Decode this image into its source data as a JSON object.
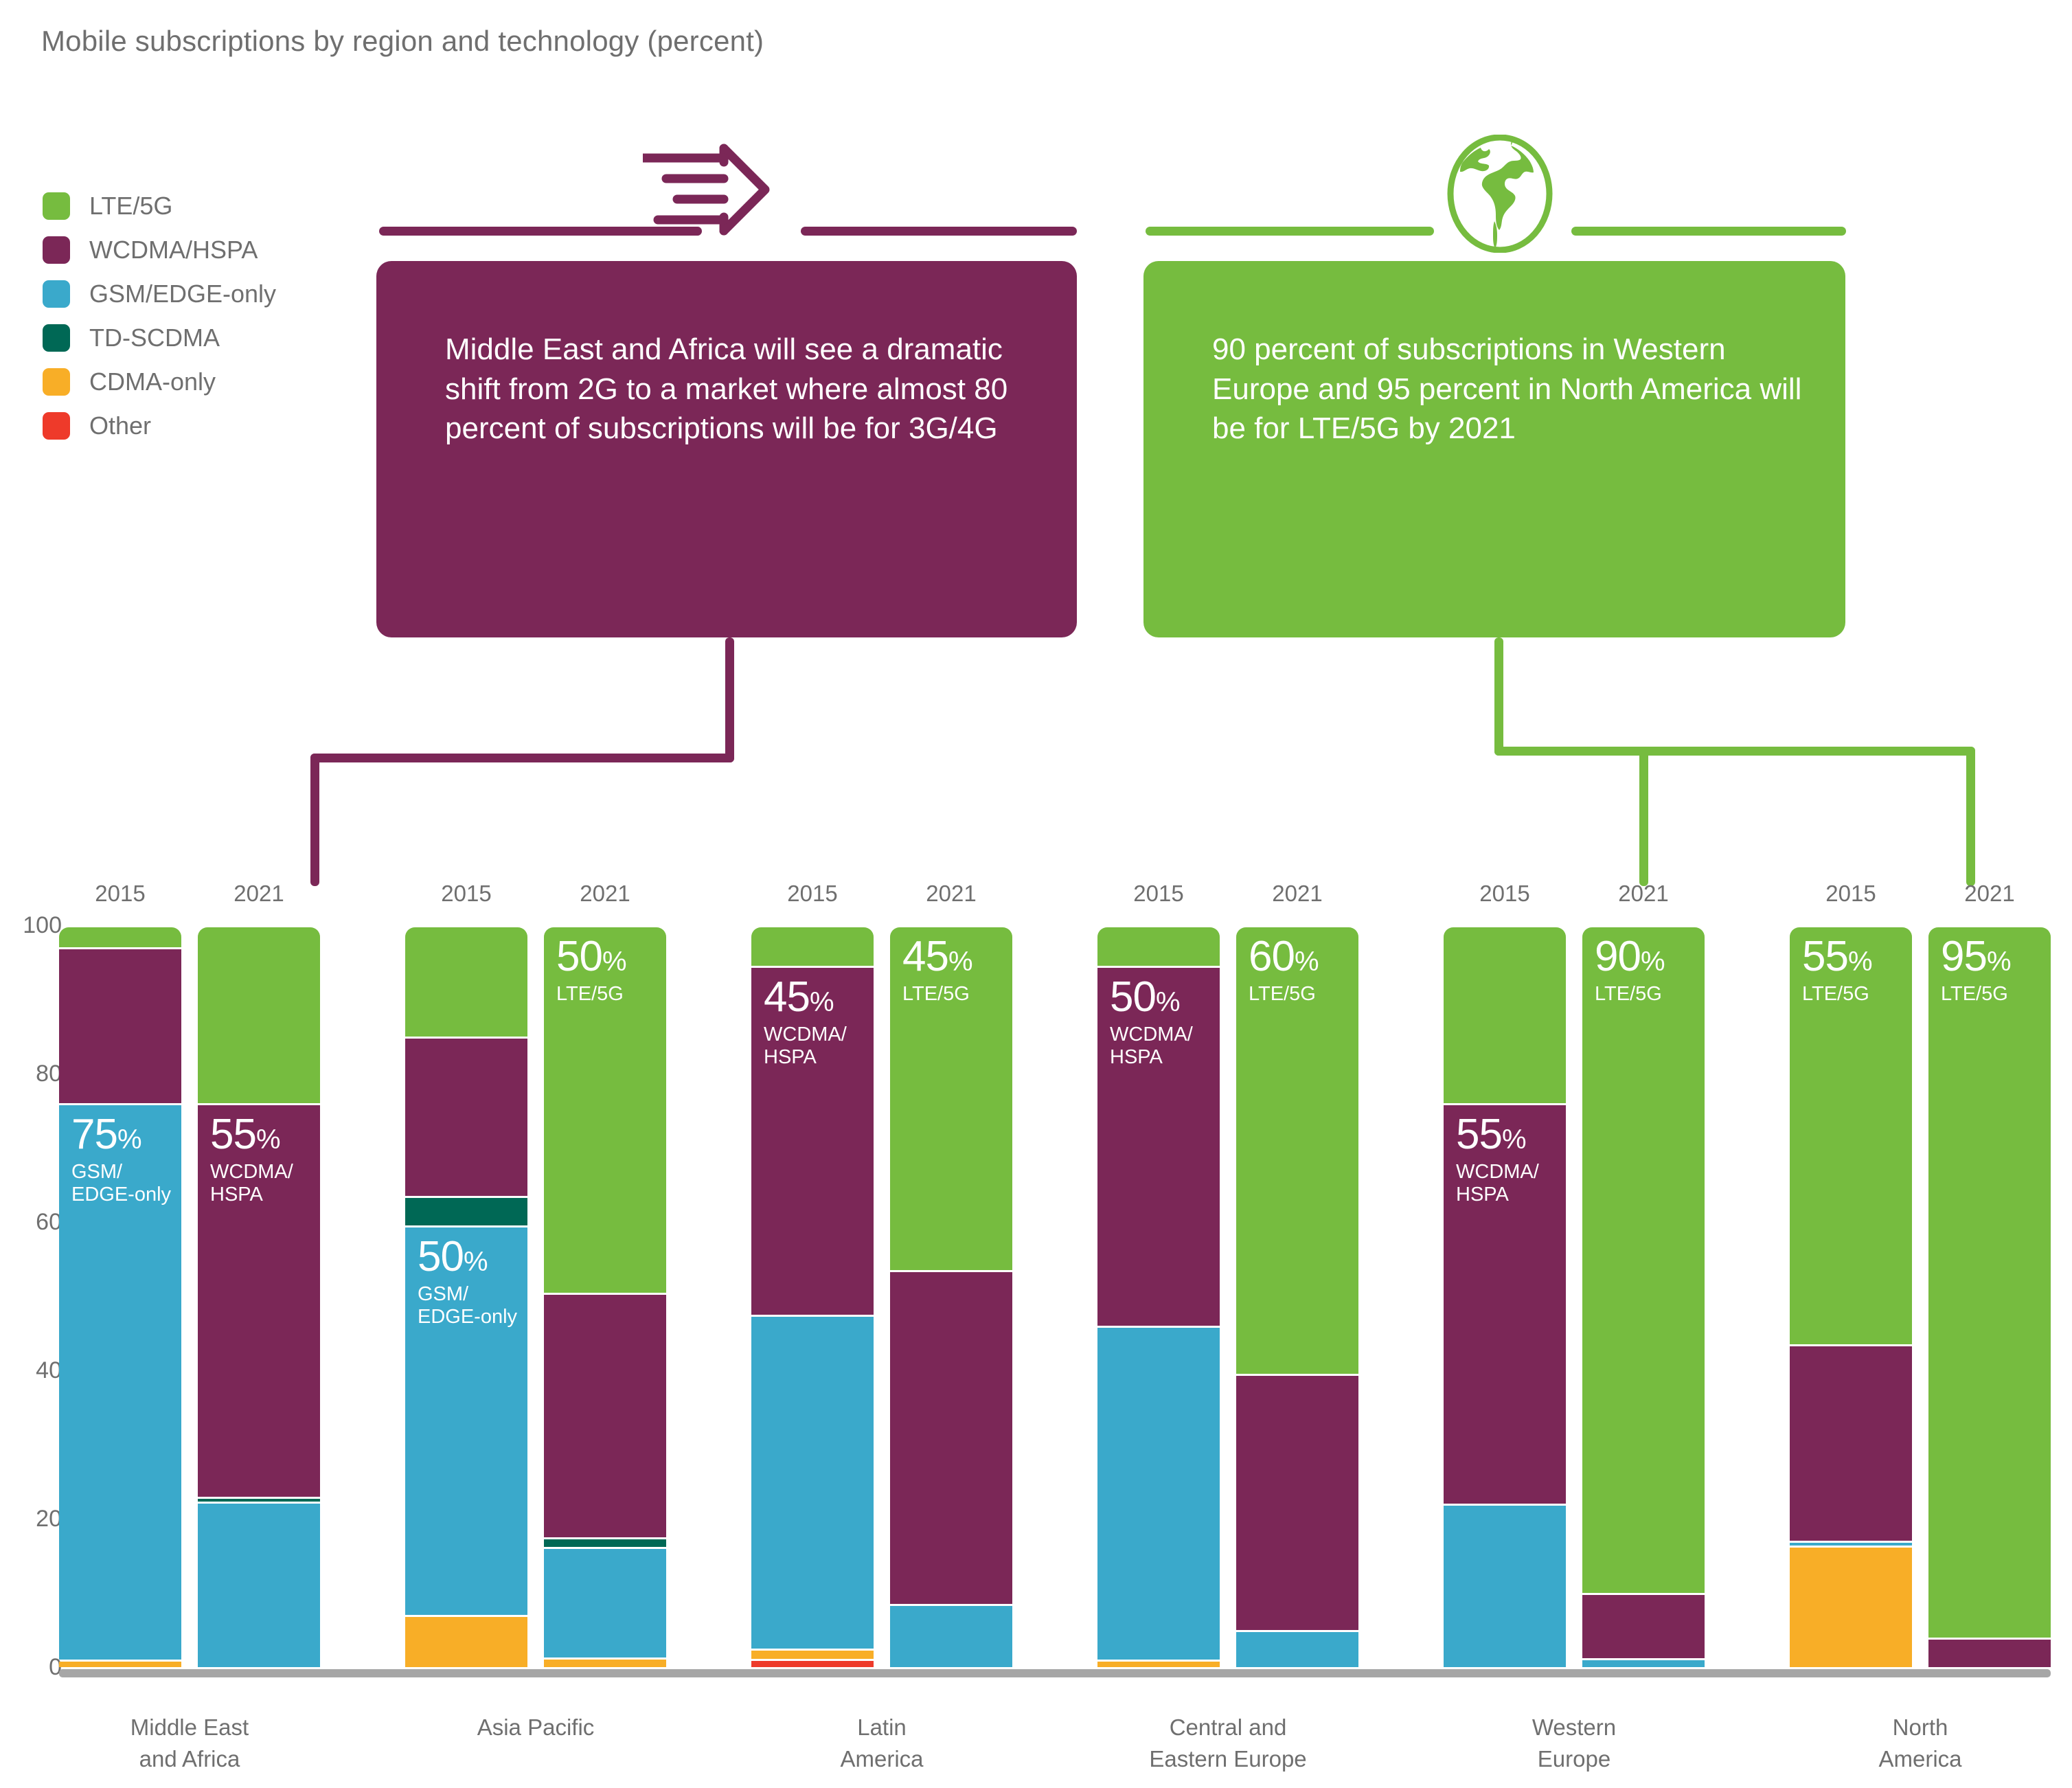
{
  "title": "Mobile subscriptions by region and technology (percent)",
  "colors": {
    "lte": "#76bc3f",
    "wcdma": "#7b2757",
    "gsm": "#3aa9cb",
    "tdscdma": "#006855",
    "cdma": "#f8ae27",
    "other": "#ee3a2a",
    "text": "#6f6f6f",
    "axis": "#a6a6a6"
  },
  "legend": {
    "items": [
      {
        "label": "LTE/5G",
        "color": "#76bc3f",
        "key": "lte"
      },
      {
        "label": "WCDMA/HSPA",
        "color": "#7b2757",
        "key": "wcdma"
      },
      {
        "label": "GSM/EDGE-only",
        "color": "#3aa9cb",
        "key": "gsm"
      },
      {
        "label": "TD-SCDMA",
        "color": "#006855",
        "key": "tdscdma"
      },
      {
        "label": "CDMA-only",
        "color": "#f8ae27",
        "key": "cdma"
      },
      {
        "label": "Other",
        "color": "#ee3a2a",
        "key": "other"
      }
    ]
  },
  "callouts": [
    {
      "id": "mea-callout",
      "icon": "arrow-right-icon",
      "color": "#7b2757",
      "text": "Middle East and Africa will see a dramatic shift from 2G to a market where almost 80 percent of subscriptions will be for 3G/4G"
    },
    {
      "id": "europe-na-callout",
      "icon": "globe-icon",
      "color": "#76bc3f",
      "text": "90 percent of subscriptions in Western Europe and 95 percent in North America will be for LTE/5G by 2021"
    }
  ],
  "chart_data": {
    "type": "bar",
    "subtype": "stacked-100-percent",
    "title": "Mobile subscriptions by region and technology (percent)",
    "xlabel": "",
    "ylabel": "",
    "ylim": [
      0,
      100
    ],
    "yticks": [
      0,
      20,
      40,
      60,
      80,
      100
    ],
    "grid": false,
    "legend_position": "left",
    "series_order": [
      "LTE/5G",
      "WCDMA/HSPA",
      "TD-SCDMA",
      "GSM/EDGE-only",
      "CDMA-only",
      "Other"
    ],
    "series": [
      {
        "name": "LTE/5G",
        "color": "#76bc3f"
      },
      {
        "name": "WCDMA/HSPA",
        "color": "#7b2757"
      },
      {
        "name": "TD-SCDMA",
        "color": "#006855"
      },
      {
        "name": "GSM/EDGE-only",
        "color": "#3aa9cb"
      },
      {
        "name": "CDMA-only",
        "color": "#f8ae27"
      },
      {
        "name": "Other",
        "color": "#ee3a2a"
      }
    ],
    "regions": [
      {
        "name": "Middle East\nand Africa",
        "label_lines": [
          "Middle East",
          "and Africa"
        ],
        "bars": [
          {
            "year": "2015",
            "stack": {
              "LTE/5G": 3,
              "WCDMA/HSPA": 21,
              "TD-SCDMA": 0,
              "GSM/EDGE-only": 75,
              "CDMA-only": 1,
              "Other": 0
            },
            "annotation": {
              "value": "75",
              "pct": "%",
              "sub": "GSM/\nEDGE-only",
              "segment": "GSM/EDGE-only"
            }
          },
          {
            "year": "2021",
            "stack": {
              "LTE/5G": 24,
              "WCDMA/HSPA": 53,
              "TD-SCDMA": 0.7,
              "GSM/EDGE-only": 22.3,
              "CDMA-only": 0,
              "Other": 0
            },
            "annotation": {
              "value": "55",
              "pct": "%",
              "sub": "WCDMA/\nHSPA",
              "segment": "WCDMA/HSPA"
            }
          }
        ]
      },
      {
        "name": "Asia Pacific",
        "label_lines": [
          "Asia Pacific"
        ],
        "bars": [
          {
            "year": "2015",
            "stack": {
              "LTE/5G": 15,
              "WCDMA/HSPA": 21.5,
              "TD-SCDMA": 4,
              "GSM/EDGE-only": 52.5,
              "CDMA-only": 7,
              "Other": 0
            },
            "annotation": {
              "value": "50",
              "pct": "%",
              "sub": "GSM/\nEDGE-only",
              "segment": "GSM/EDGE-only"
            }
          },
          {
            "year": "2021",
            "stack": {
              "LTE/5G": 49.5,
              "WCDMA/HSPA": 33,
              "TD-SCDMA": 1.3,
              "GSM/EDGE-only": 14.9,
              "CDMA-only": 1.3,
              "Other": 0
            },
            "annotation": {
              "value": "50",
              "pct": "%",
              "sub": "LTE/5G",
              "segment": "LTE/5G"
            }
          }
        ]
      },
      {
        "name": "Latin\nAmerica",
        "label_lines": [
          "Latin",
          "America"
        ],
        "bars": [
          {
            "year": "2015",
            "stack": {
              "LTE/5G": 5.5,
              "WCDMA/HSPA": 47,
              "TD-SCDMA": 0,
              "GSM/EDGE-only": 45,
              "CDMA-only": 1.4,
              "Other": 1.1
            },
            "annotation": {
              "value": "45",
              "pct": "%",
              "sub": "WCDMA/\nHSPA",
              "segment": "WCDMA/HSPA"
            }
          },
          {
            "year": "2021",
            "stack": {
              "LTE/5G": 46.5,
              "WCDMA/HSPA": 45,
              "TD-SCDMA": 0,
              "GSM/EDGE-only": 8.5,
              "CDMA-only": 0,
              "Other": 0
            },
            "annotation": {
              "value": "45",
              "pct": "%",
              "sub": "LTE/5G",
              "segment": "LTE/5G"
            }
          }
        ]
      },
      {
        "name": "Central and\nEastern Europe",
        "label_lines": [
          "Central and",
          "Eastern Europe"
        ],
        "bars": [
          {
            "year": "2015",
            "stack": {
              "LTE/5G": 5.5,
              "WCDMA/HSPA": 48.5,
              "TD-SCDMA": 0,
              "GSM/EDGE-only": 45,
              "CDMA-only": 1,
              "Other": 0
            },
            "annotation": {
              "value": "50",
              "pct": "%",
              "sub": "WCDMA/\nHSPA",
              "segment": "WCDMA/HSPA"
            }
          },
          {
            "year": "2021",
            "stack": {
              "LTE/5G": 60.5,
              "WCDMA/HSPA": 34.5,
              "TD-SCDMA": 0,
              "GSM/EDGE-only": 5,
              "CDMA-only": 0,
              "Other": 0
            },
            "annotation": {
              "value": "60",
              "pct": "%",
              "sub": "LTE/5G",
              "segment": "LTE/5G"
            }
          }
        ]
      },
      {
        "name": "Western\nEurope",
        "label_lines": [
          "Western",
          "Europe"
        ],
        "bars": [
          {
            "year": "2015",
            "stack": {
              "LTE/5G": 24,
              "WCDMA/HSPA": 54,
              "TD-SCDMA": 0,
              "GSM/EDGE-only": 22,
              "CDMA-only": 0,
              "Other": 0
            },
            "annotation": {
              "value": "55",
              "pct": "%",
              "sub": "WCDMA/\nHSPA",
              "segment": "WCDMA/HSPA"
            }
          },
          {
            "year": "2021",
            "stack": {
              "LTE/5G": 90,
              "WCDMA/HSPA": 8.8,
              "TD-SCDMA": 0,
              "GSM/EDGE-only": 1.2,
              "CDMA-only": 0,
              "Other": 0
            },
            "annotation": {
              "value": "90",
              "pct": "%",
              "sub": "LTE/5G",
              "segment": "LTE/5G"
            }
          }
        ]
      },
      {
        "name": "North\nAmerica",
        "label_lines": [
          "North",
          "America"
        ],
        "bars": [
          {
            "year": "2015",
            "stack": {
              "LTE/5G": 56.5,
              "WCDMA/HSPA": 26.5,
              "TD-SCDMA": 0,
              "GSM/EDGE-only": 0.6,
              "CDMA-only": 16.4,
              "Other": 0
            },
            "annotation": {
              "value": "55",
              "pct": "%",
              "sub": "LTE/5G",
              "segment": "LTE/5G"
            }
          },
          {
            "year": "2021",
            "stack": {
              "LTE/5G": 96,
              "WCDMA/HSPA": 4,
              "TD-SCDMA": 0,
              "GSM/EDGE-only": 0,
              "CDMA-only": 0,
              "Other": 0
            },
            "annotation": {
              "value": "95",
              "pct": "%",
              "sub": "LTE/5G",
              "segment": "LTE/5G"
            }
          }
        ]
      }
    ]
  }
}
